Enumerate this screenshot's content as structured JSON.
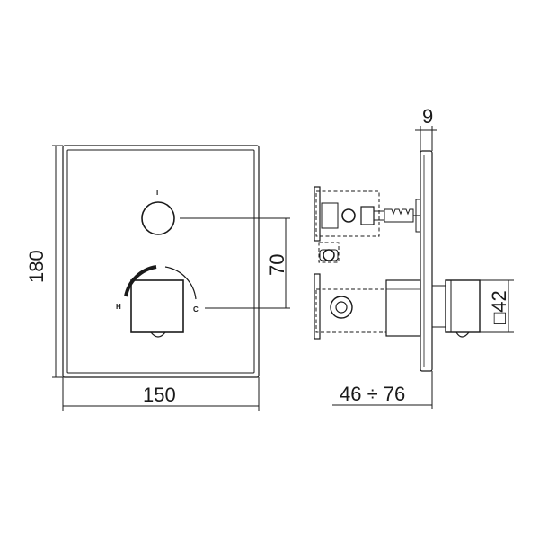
{
  "dimensions": {
    "width": "150",
    "height": "180",
    "spacing": "70",
    "depth_top": "9",
    "depth_range": "46 ÷ 76",
    "handle": "□42"
  },
  "knob_marks": {
    "top": "I",
    "hot": "H",
    "cold": "C"
  }
}
